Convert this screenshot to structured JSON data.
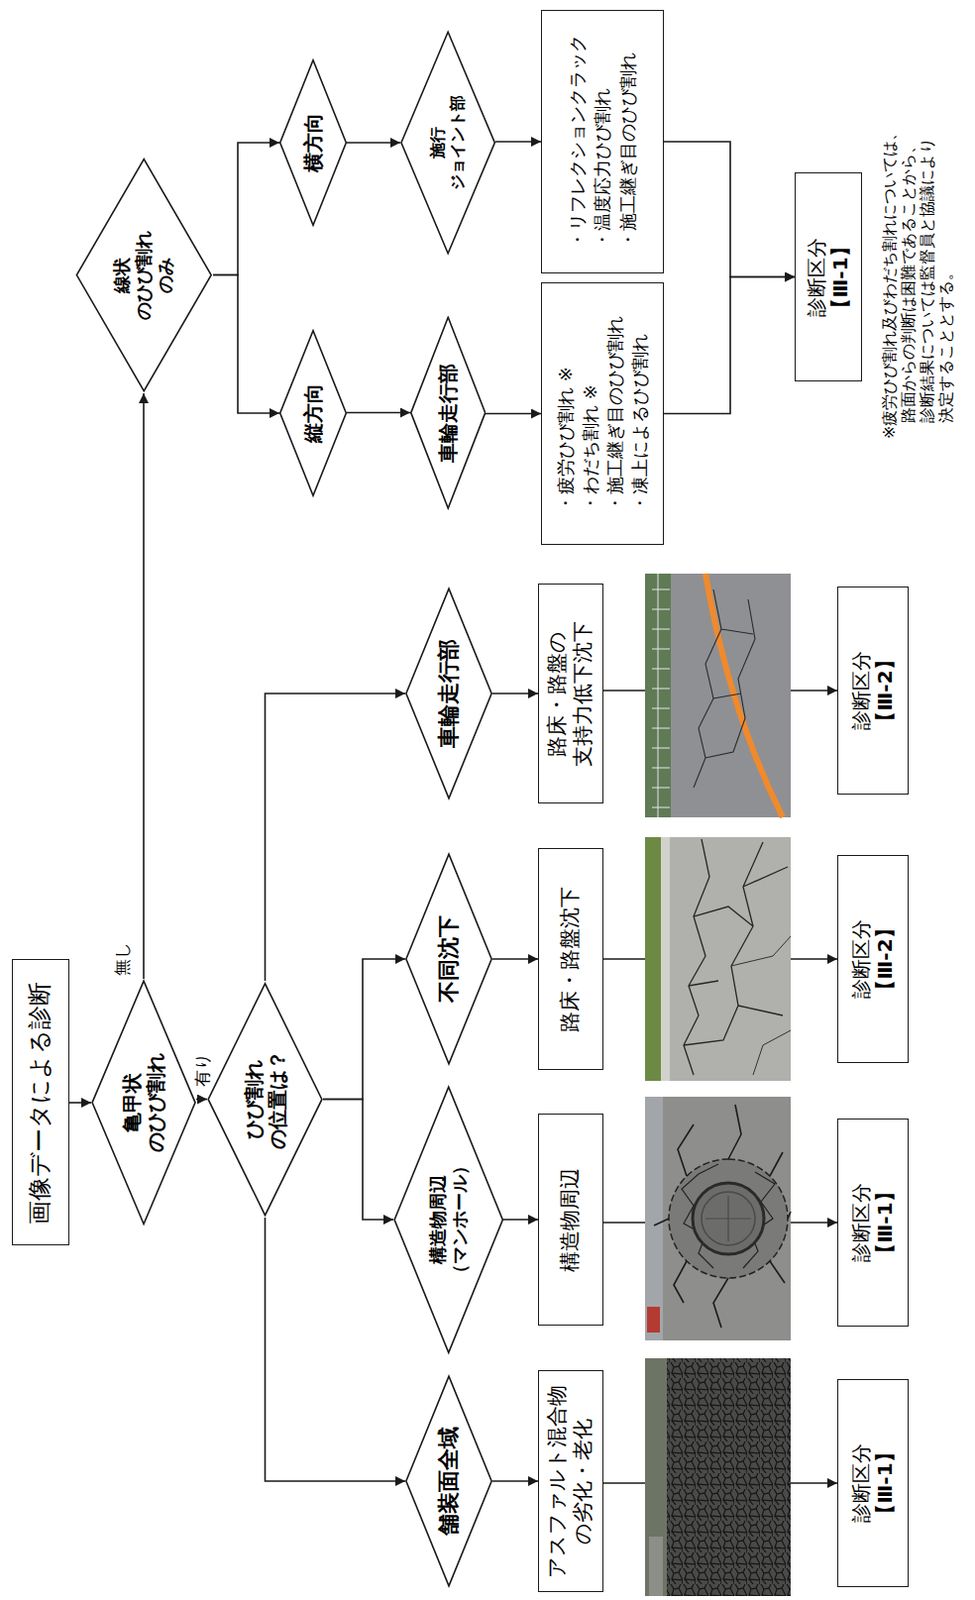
{
  "diagram": {
    "nodes": [
      {
        "text": [
          "画像データによる診断"
        ]
      },
      {
        "text": [
          "亀甲状 のひび割れ"
        ]
      },
      {
        "text": [
          "ひび割れ の位置は？"
        ]
      },
      {
        "text": [
          "舗装面全域"
        ]
      },
      {
        "text": [
          "構造物周辺 （マンホール）"
        ]
      },
      {
        "text": [
          "不同沈下"
        ]
      },
      {
        "text": [
          "車輪走行部"
        ]
      },
      {
        "text": [
          "アスファルト混合物 の劣化・老化"
        ]
      },
      {
        "text": [
          "構造物周辺"
        ]
      },
      {
        "text": [
          "路床・路盤沈下"
        ]
      },
      {
        "text": [
          "路床・路盤の 支持力低下沈下"
        ]
      },
      {
        "text": [
          "診断区分 【Ⅲ-1】"
        ]
      },
      {
        "text": [
          "診断区分 【Ⅲ-1】"
        ]
      },
      {
        "text": [
          "診断区分 【Ⅲ-2】"
        ]
      },
      {
        "text": [
          "診断区分 【Ⅲ-2】"
        ]
      },
      {
        "text": [
          "線状 のひび割れ のみ"
        ]
      },
      {
        "text": [
          "縦方向"
        ]
      },
      {
        "text": [
          "横方向"
        ]
      },
      {
        "text": [
          "車輪走行部"
        ]
      },
      {
        "text": [
          "施行 ジョイント部"
        ]
      },
      {
        "text": [
          "・疲労ひび割れ ※",
          "・わだち割れ ※",
          "・施工継ぎ目のひび割れ",
          "・凍上によるひび割れ"
        ]
      },
      {
        "text": [
          "・リフレクションクラック",
          "・温度応力ひび割れ",
          "・施工継ぎ目のひび割れ"
        ]
      },
      {
        "text": [
          "診断区分 【Ⅲ-1】"
        ]
      }
    ],
    "edges": [
      {
        "from": 0,
        "to": 1,
        "arrow": "to"
      },
      {
        "from": 1,
        "to": 2,
        "label": "有り",
        "arrow": "to"
      },
      {
        "from": 1,
        "to": 15,
        "label": "無し",
        "arrow": "to"
      },
      {
        "from": 2,
        "to": 3,
        "arrow": "to"
      },
      {
        "from": 2,
        "to": 4,
        "arrow": "to"
      },
      {
        "from": 2,
        "to": 5,
        "arrow": "to"
      },
      {
        "from": 2,
        "to": 6,
        "arrow": "to"
      },
      {
        "from": 3,
        "to": 7,
        "arrow": "to"
      },
      {
        "from": 4,
        "to": 8,
        "arrow": "to"
      },
      {
        "from": 5,
        "to": 9,
        "arrow": "to"
      },
      {
        "from": 6,
        "to": 10,
        "arrow": "to"
      },
      {
        "from": 7,
        "to": 11,
        "arrow": "to"
      },
      {
        "from": 8,
        "to": 12,
        "arrow": "to"
      },
      {
        "from": 9,
        "to": 13,
        "arrow": "to"
      },
      {
        "from": 10,
        "to": 14,
        "arrow": "to"
      },
      {
        "from": 15,
        "to": 16,
        "arrow": "to"
      },
      {
        "from": 15,
        "to": 17,
        "arrow": "to"
      },
      {
        "from": 16,
        "to": 18,
        "arrow": "to"
      },
      {
        "from": 17,
        "to": 19,
        "arrow": "to"
      },
      {
        "from": 18,
        "to": 20,
        "arrow": "to"
      },
      {
        "from": 19,
        "to": 21,
        "arrow": "to"
      },
      {
        "from": 20,
        "to": 22,
        "arrow": "to"
      },
      {
        "from": 21,
        "to": 22,
        "arrow": "to"
      }
    ],
    "labels": [
      "※疲労ひび割れ及びわだち割れについては、 路面からの判断は困難であることから、 診断結果については監督員と協議により 決定することとする。"
    ]
  }
}
